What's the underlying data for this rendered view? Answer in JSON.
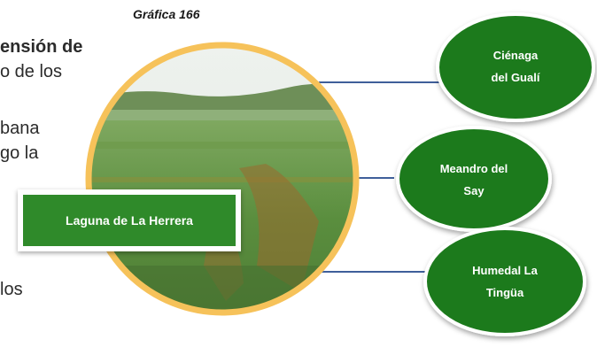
{
  "caption": "Gráfica 166",
  "background_text": {
    "line1": "ensión de",
    "line2": "o de los",
    "line3": "bana",
    "line4": "go la",
    "line5": "los"
  },
  "center_node": {
    "label": "Laguna de La Herrera"
  },
  "nodes": [
    {
      "line1": "Ciénaga",
      "line2": "del Gualí"
    },
    {
      "line1": "Meandro del",
      "line2": "Say"
    },
    {
      "line1": "Humedal La",
      "line2": "Tingüa"
    }
  ],
  "colors": {
    "node_green": "#1e7a1e",
    "node_border": "#ffffff",
    "ring": "#f2b23a",
    "connector": "#3f5f9a",
    "center_box": "#2f8a2a"
  }
}
